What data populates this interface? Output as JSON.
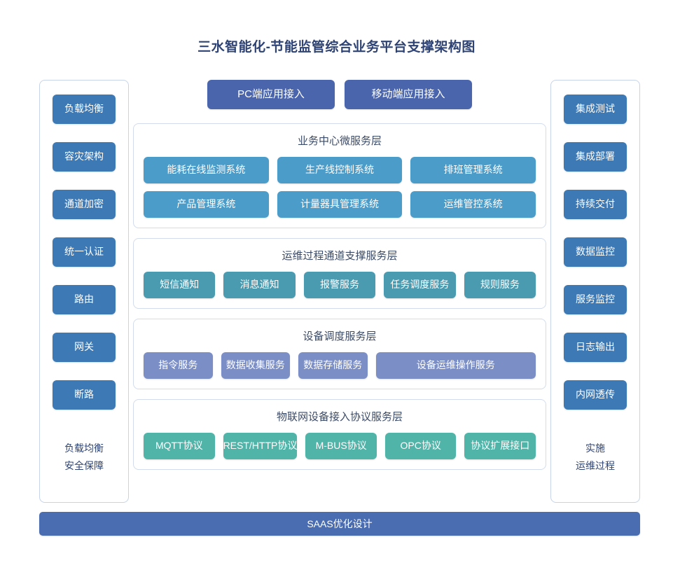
{
  "title": "三水智能化-节能监管综合业务平台支撑架构图",
  "colors": {
    "title_text": "#2e4374",
    "sidebar_box": "#3d79b5",
    "access_box": "#4a65ab",
    "business_box": "#4c9cca",
    "ops_box": "#4a9ab0",
    "device_box": "#7b8ec6",
    "iot_box": "#50b4a9",
    "saas_bar": "#4a6cb0",
    "card_border": "#d2dced"
  },
  "sidebar_left": {
    "items": [
      {
        "label": "负载均衡"
      },
      {
        "label": "容灾架构"
      },
      {
        "label": "通道加密"
      },
      {
        "label": "统一认证"
      },
      {
        "label": "路由"
      },
      {
        "label": "网关"
      },
      {
        "label": "断路"
      }
    ],
    "footer_line1": "负载均衡",
    "footer_line2": "安全保障"
  },
  "sidebar_right": {
    "items": [
      {
        "label": "集成测试"
      },
      {
        "label": "集成部署"
      },
      {
        "label": "持续交付"
      },
      {
        "label": "数据监控"
      },
      {
        "label": "服务监控"
      },
      {
        "label": "日志输出"
      },
      {
        "label": "内网透传"
      }
    ],
    "footer_line1": "实施",
    "footer_line2": "运维过程"
  },
  "access_row": {
    "items": [
      {
        "label": "PC端应用接入"
      },
      {
        "label": "移动端应用接入"
      }
    ]
  },
  "layers": [
    {
      "id": "business",
      "title": "业务中心微服务层",
      "rows": [
        [
          {
            "label": "能耗在线监测系统"
          },
          {
            "label": "生产线控制系统"
          },
          {
            "label": "排班管理系统"
          }
        ],
        [
          {
            "label": "产品管理系统"
          },
          {
            "label": "计量器具管理系统"
          },
          {
            "label": "运维管控系统"
          }
        ]
      ]
    },
    {
      "id": "ops",
      "title": "运维过程通道支撑服务层",
      "rows": [
        [
          {
            "label": "短信通知"
          },
          {
            "label": "消息通知"
          },
          {
            "label": "报警服务"
          },
          {
            "label": "任务调度服务"
          },
          {
            "label": "规则服务"
          }
        ]
      ]
    },
    {
      "id": "device",
      "title": "设备调度服务层",
      "rows": [
        [
          {
            "label": "指令服务"
          },
          {
            "label": "数据收集服务"
          },
          {
            "label": "数据存储服务"
          },
          {
            "label": "设备运维操作服务",
            "wide": true
          }
        ]
      ]
    },
    {
      "id": "iot",
      "title": "物联网设备接入协议服务层",
      "rows": [
        [
          {
            "label": "MQTT协议"
          },
          {
            "label": "REST/HTTP协议"
          },
          {
            "label": "M-BUS协议"
          },
          {
            "label": "OPC协议"
          },
          {
            "label": "协议扩展接口"
          }
        ]
      ]
    }
  ],
  "saas_bar": {
    "label": "SAAS优化设计"
  }
}
